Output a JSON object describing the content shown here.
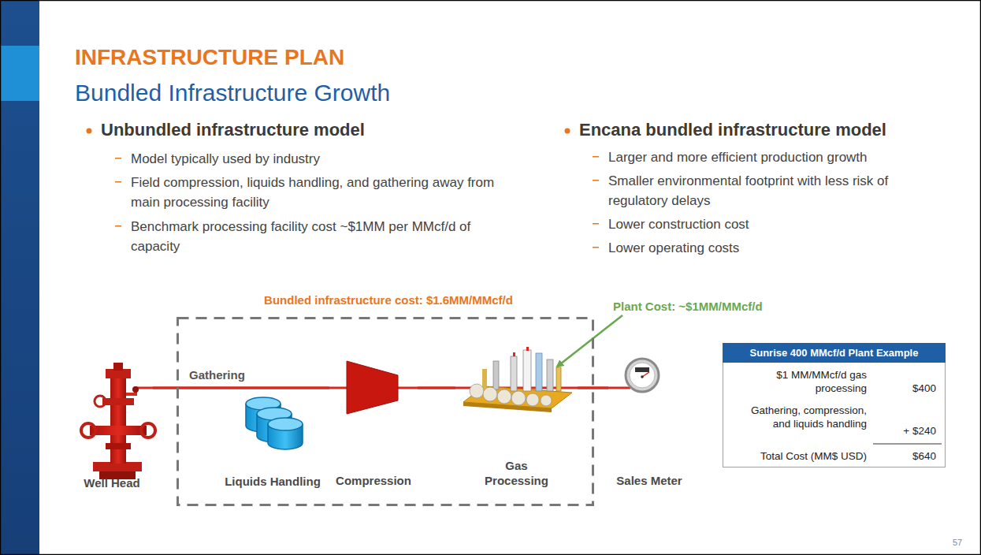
{
  "diagram": {
    "title": "INFRASTRUCTURE PLAN",
    "nodes": [
      {
        "text": [
          "Bundled infrastructure cost: $1.6MM/MMcf/d"
        ]
      },
      {
        "text": [
          "Well Head"
        ]
      },
      {
        "text": [
          "Liquids Handling"
        ],
        "in": 0
      },
      {
        "text": [
          "Compression"
        ],
        "in": 0
      },
      {
        "text": [
          "Gas Processing"
        ],
        "in": 0
      },
      {
        "text": [
          "Sales Meter"
        ]
      }
    ],
    "edges": [
      {
        "from": 1,
        "to": 3,
        "arrow": "none",
        "label": "Gathering"
      },
      {
        "from": 3,
        "to": 4,
        "arrow": "none"
      },
      {
        "from": 4,
        "to": 5,
        "arrow": "none"
      }
    ],
    "labels": [
      "Bundled Infrastructure Growth",
      "Unbundled infrastructure model",
      "Model typically used by industry",
      "Field compression, liquids handling, and gathering away from main processing facility",
      "Benchmark processing facility cost ~$1MM per MMcf/d of capacity",
      "Encana bundled infrastructure model",
      "Larger and more efficient production growth",
      "Smaller environmental footprint with less risk of regulatory delays",
      "Lower construction cost",
      "Lower operating costs",
      "Plant Cost: ~$1MM/MMcf/d",
      "Sunrise 400 MMcf/d Plant Example",
      "$1 MM/MMcf/d gas processing",
      "$400",
      "Gathering, compression, and liquids handling",
      "+ $240",
      "Total Cost (MM$ USD)",
      "$640",
      "57"
    ]
  }
}
